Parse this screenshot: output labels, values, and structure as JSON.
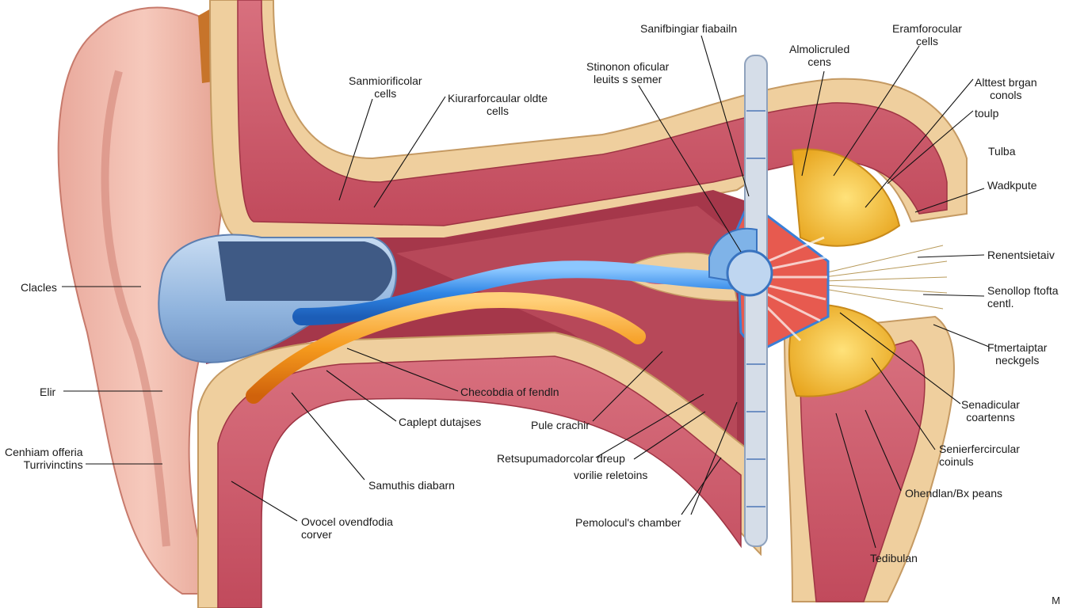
{
  "labels": {
    "clacles": "Clacles",
    "elir": "Elir",
    "cenhiam": "Cenhiam offeria\nTurrivinctins",
    "samiculfocular_cells": "Sanmiorificolar\ncells",
    "kiurarforcular": "Kiurarforcaular oldte\ncells",
    "sanifbingiar": "Sanifbingiar fiabailn",
    "stinonon": "Stinonon oficular\nleuits s semer",
    "almolicul": "Almolicruled\ncens",
    "eramforocular": "Eramforocular\ncells",
    "attest_brgan": "Alttest brgan\nconols",
    "toulp": "toulp",
    "tulba": "Tulba",
    "wadkpute": "Wadkpute",
    "renentsietaiv": "Renentsietaiv",
    "senollop": "Senollop ftofta\ncentl.",
    "ftmertaiptar": "Ftmertaiptar\nneckgels",
    "senadicular": "Senadicular\ncoartenns",
    "senierfercircular": "Senierfercircular\ncoinuls",
    "ohendlan": "Ohendlan/Bx peans",
    "tedibulan": "Tedibulan",
    "checobdia": "Checobdia of fendln",
    "caplept": "Caplept dutajses",
    "samuthis": "Samuthis diabarn",
    "ovocel": "Ovocel ovendfodia\ncorver",
    "pule_crachir": "Pule crachir",
    "retsupumad": "Retsupumadorcolar dreup",
    "vorilie": "vorilie reletoins",
    "pemolocul": "Pemolocul's chamber"
  },
  "corner_mark": "M"
}
